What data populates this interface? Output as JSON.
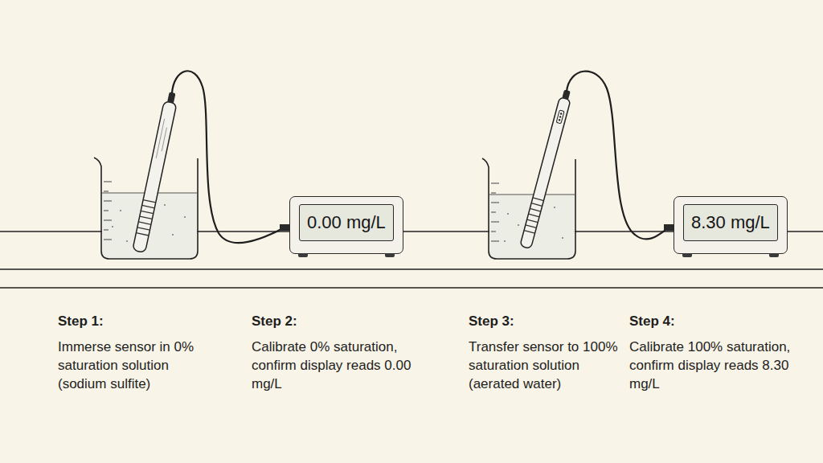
{
  "diagram": {
    "nodes": [
      {
        "text": [
          "0.00 mg/L"
        ]
      },
      {
        "text": [
          "8.30 mg/L"
        ]
      }
    ],
    "labels": [
      "Step 1:",
      "Immerse sensor in 0% saturation solution (sodium sulfite)",
      "Step 2:",
      "Calibrate 0% saturation, confirm display reads 0.00 mg/L",
      "Step 3:",
      "Transfer sensor to 100% saturation solution (aerated water)",
      "Step 4:",
      "Calibrate 100% saturation, confirm display reads 8.30 mg/L"
    ]
  }
}
